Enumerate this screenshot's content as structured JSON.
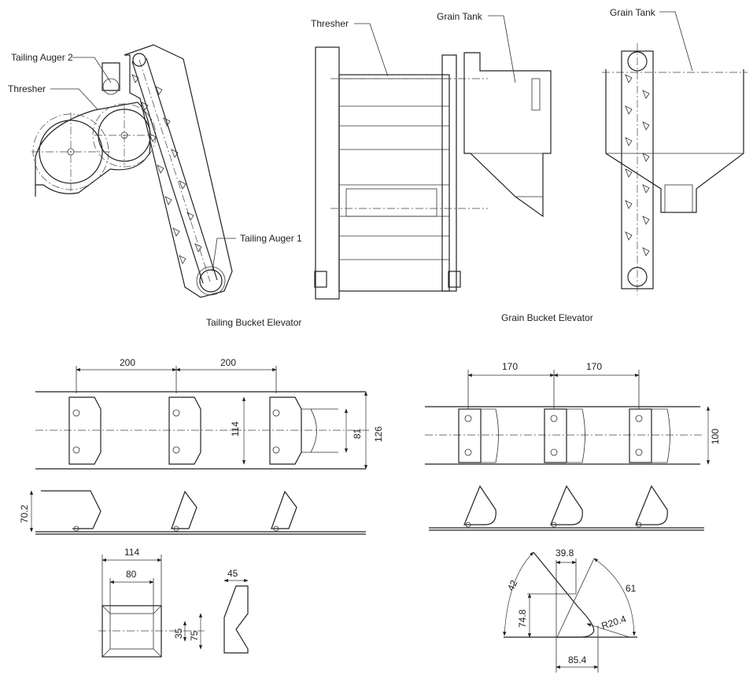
{
  "labels": {
    "tailing_auger_2": "Tailing Auger 2",
    "thresher_left": "Thresher",
    "tailing_auger_1": "Tailing Auger 1",
    "thresher_mid": "Thresher",
    "grain_tank_mid": "Grain Tank",
    "grain_tank_right": "Grain Tank",
    "tailing_caption": "Tailing Bucket Elevator",
    "grain_caption": "Grain Bucket Elevator"
  },
  "tailing_dims": {
    "pitch1": "200",
    "pitch2": "200",
    "bucket_width": "114",
    "inner_width": "81",
    "belt_width": "126",
    "height": "70.2",
    "detail_width": "114",
    "detail_inner": "80",
    "detail_slot": "35",
    "detail_depth": "75",
    "side_width": "45"
  },
  "grain_dims": {
    "pitch1": "170",
    "pitch2": "170",
    "belt_width": "100",
    "top": "39.8",
    "angle_left": "42",
    "angle_right": "61",
    "height": "74.8",
    "radius": "R20.4",
    "base": "85.4"
  }
}
